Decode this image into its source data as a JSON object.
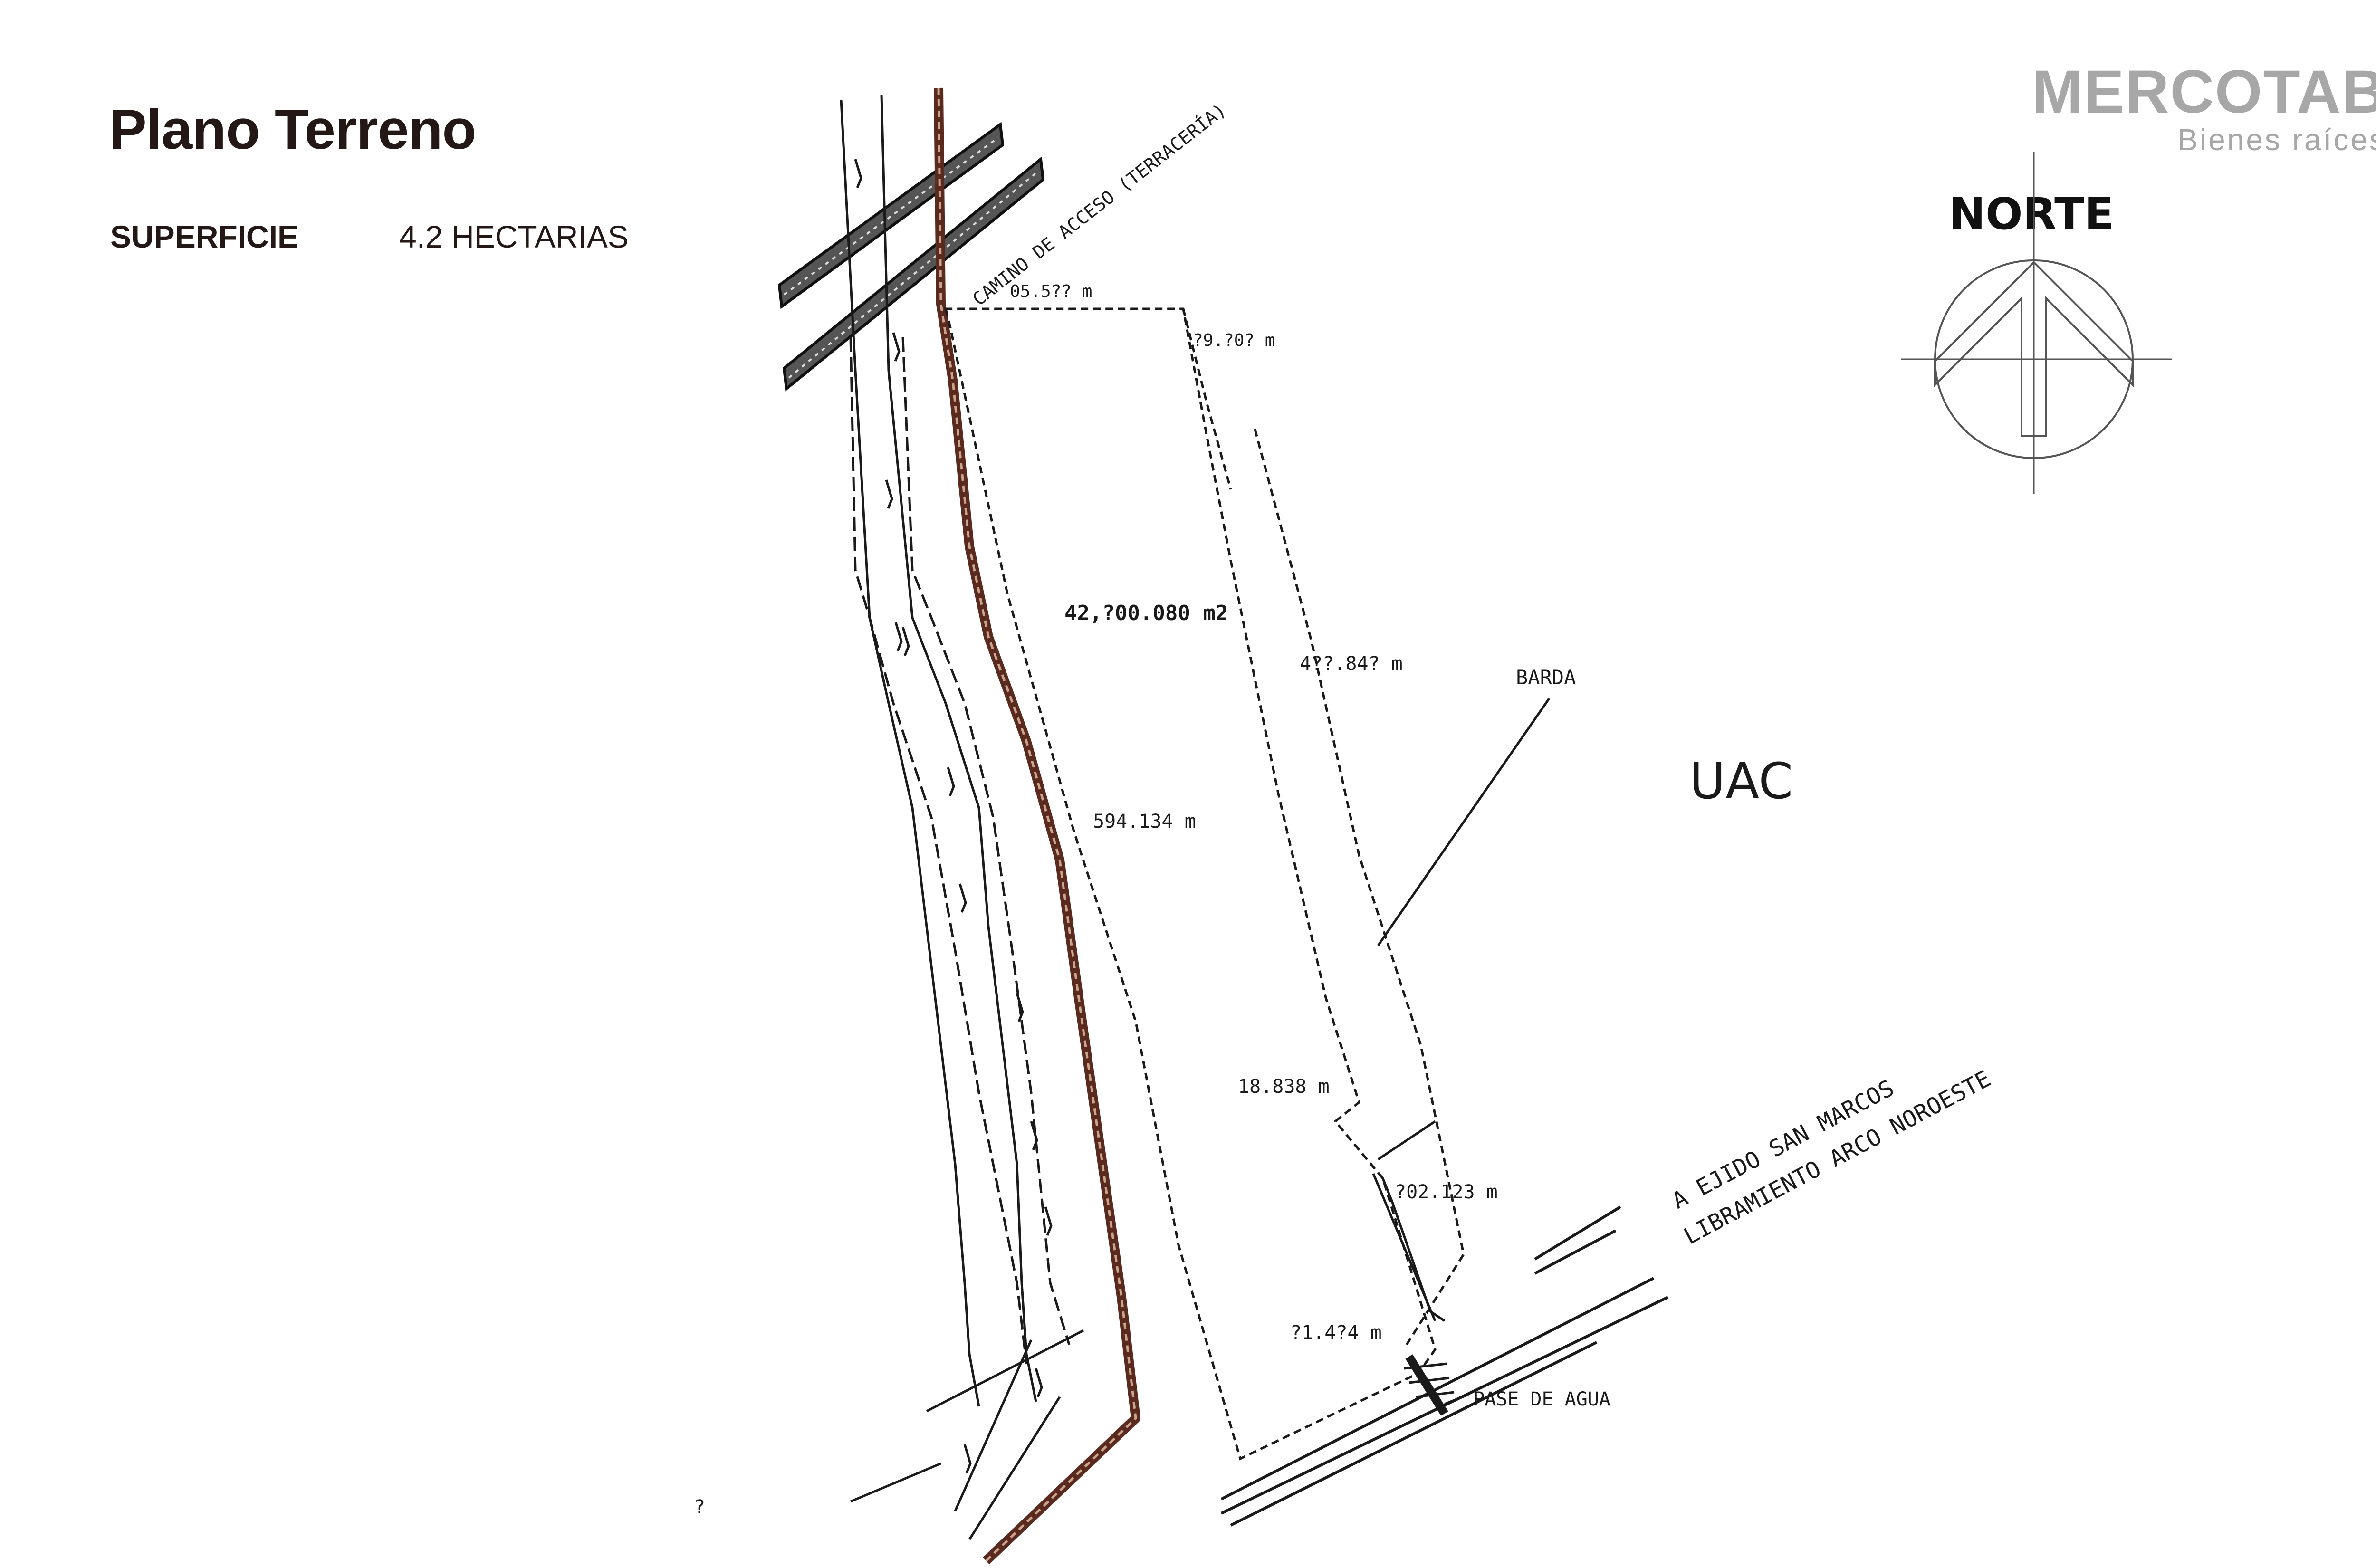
{
  "header": {
    "title": "Plano Terreno",
    "surface_label": "SUPERFICIE",
    "surface_value": "4.2 HECTARIAS"
  },
  "brand": {
    "name": "MERCOTAB",
    "tagline": "Bienes raíces"
  },
  "compass": {
    "label": "NORTE"
  },
  "plan": {
    "zone_label": "UAC",
    "area": "42,?00.080 m2",
    "fence_label": "BARDA",
    "access_road_label": "CAMINO DE ACCESO (TERRACERÍA)",
    "road_label_1": "A EJIDO SAN MARCOS",
    "road_label_2": "LIBRAMIENTO ARCO NOROESTE",
    "water_label": "PASE DE AGUA",
    "canal_label": "?",
    "dimensions": {
      "top": "05.5?? m",
      "top_right": "?9.?0? m",
      "right_long": "4??.84? m",
      "left_long": "594.134 m",
      "right_step": "18.838 m",
      "lower_right": "?02.123 m",
      "bottom": "?1.4?4 m"
    }
  }
}
